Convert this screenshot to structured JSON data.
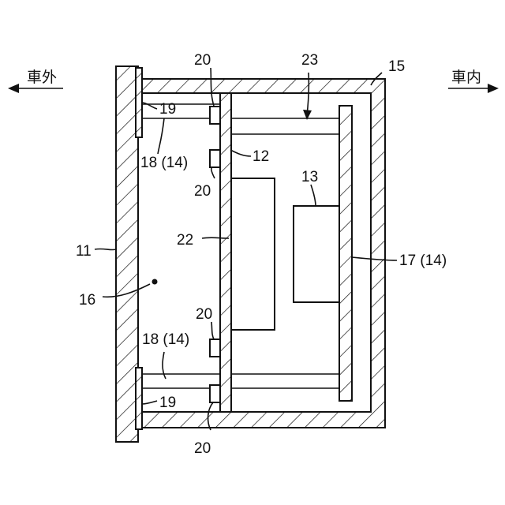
{
  "direction": {
    "outside_label": "車外",
    "inside_label": "車内"
  },
  "labels": {
    "n11": "11",
    "n12": "12",
    "n13": "13",
    "n15": "15",
    "n16": "16",
    "n17": "17 (14)",
    "n18_top": "18 (14)",
    "n18_bottom": "18 (14)",
    "n19_top": "19",
    "n19_bottom": "19",
    "n20_a": "20",
    "n20_b": "20",
    "n20_c": "20",
    "n20_d": "20",
    "n22": "22",
    "n23": "23"
  },
  "colors": {
    "ink": "#111111",
    "background": "#ffffff"
  }
}
